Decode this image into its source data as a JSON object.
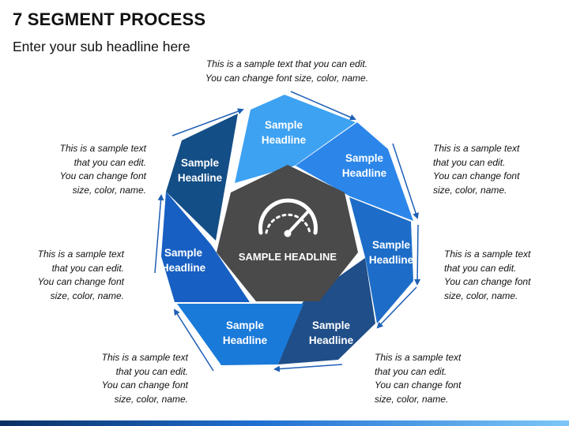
{
  "header": {
    "title": "7 SEGMENT PROCESS",
    "subtitle": "Enter your sub headline here"
  },
  "center": {
    "label": "SAMPLE HEADLINE",
    "icon": "speedometer-icon"
  },
  "segments": [
    {
      "line1": "Sample",
      "line2": "Headline",
      "color": "#3ea2f2"
    },
    {
      "line1": "Sample",
      "line2": "Headline",
      "color": "#2c86ea"
    },
    {
      "line1": "Sample",
      "line2": "Headline",
      "color": "#1d6dc8"
    },
    {
      "line1": "Sample",
      "line2": "Headline",
      "color": "#1f4e88"
    },
    {
      "line1": "Sample",
      "line2": "Headline",
      "color": "#1a7ad9"
    },
    {
      "line1": "Sample",
      "line2": "Headline",
      "color": "#175fc2"
    },
    {
      "line1": "Sample",
      "line2": "Headline",
      "color": "#134e86"
    }
  ],
  "notes": {
    "top": "This is a sample text that you can edit.\nYou can change font size, color, name.",
    "right_upper": "This is a sample text\nthat you can edit.\nYou can change font\nsize, color, name.",
    "right_middle": "This is a sample text\nthat you can edit.\nYou can change font\nsize, color, name.",
    "bottom_right": "This is a sample text\nthat you can edit.\nYou can change font\nsize, color, name.",
    "bottom_left": "This is a sample text\nthat you can edit.\nYou can change font\nsize, color, name.",
    "left_middle": "This is a sample text\nthat you can edit.\nYou can change font\nsize, color, name.",
    "left_upper": "This is a sample text\nthat you can edit.\nYou can change font\nsize, color, name."
  },
  "colors": {
    "center": "#4a4a4a",
    "arrow": "#1e5fb4"
  }
}
